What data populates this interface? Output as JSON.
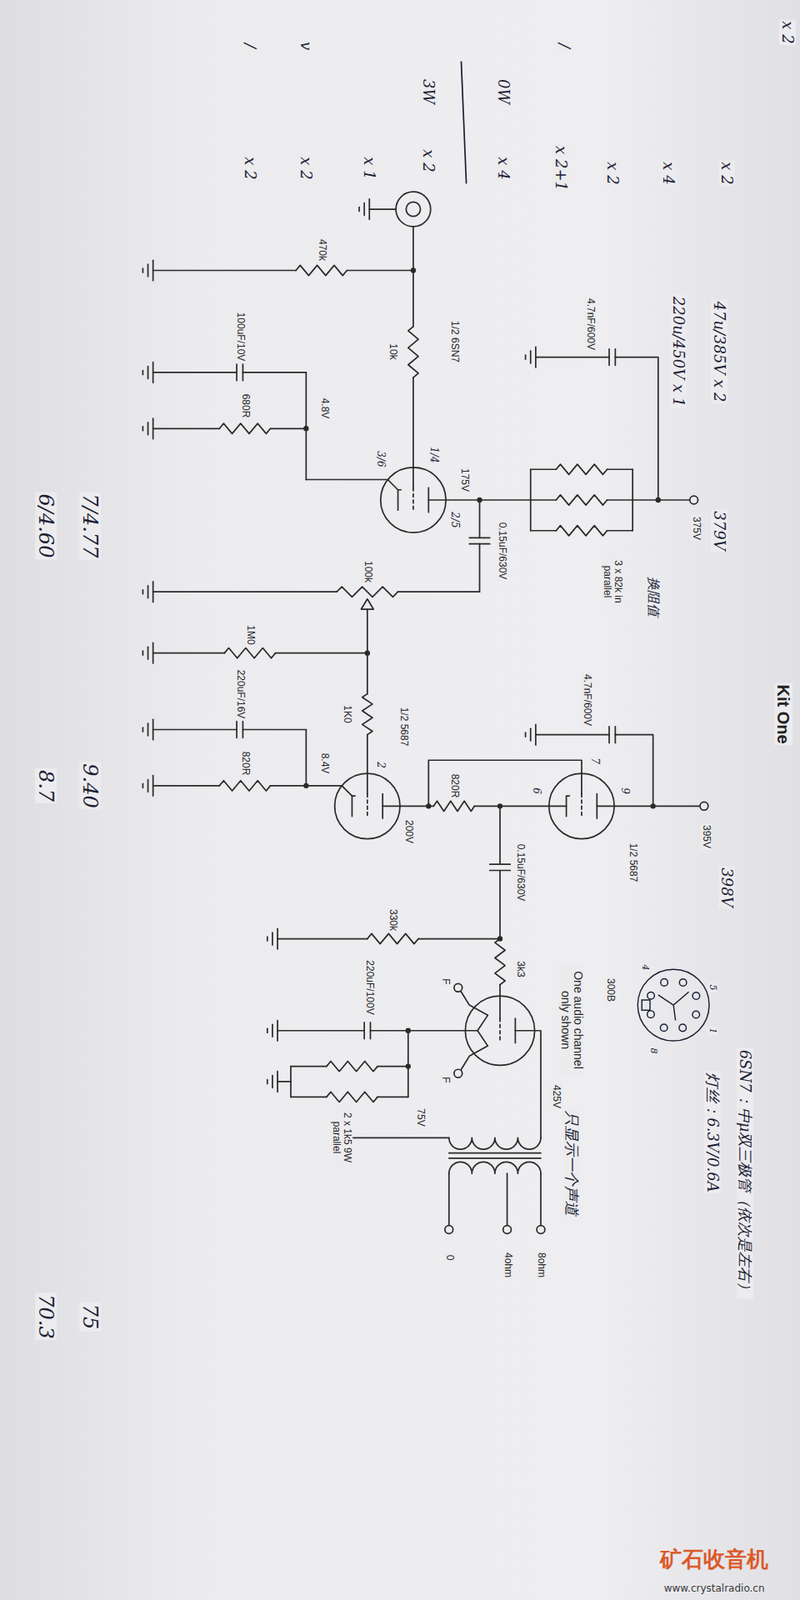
{
  "diagram": {
    "title": "Kit One",
    "labels": [
      "x 2",
      "x 2",
      "x 4",
      "x 2",
      "/",
      "x 2+1",
      "0W",
      "x 4",
      "3W",
      "x 2",
      "x 1",
      "v",
      "x 2",
      "/",
      "x 2",
      "47u/385V x 2",
      "220u/450V x 1",
      "470k",
      "100uF/10V",
      "4.8V",
      "680R",
      "10k",
      "1/2 6SN7",
      "1/4",
      "3/6",
      "2/5",
      "175V",
      "0.15uF/630V",
      "3 x 82k in parallel",
      "换阻值",
      "4.7nF/600V",
      "375V",
      "379V",
      "100k",
      "1M0",
      "220uF/16V",
      "1K0",
      "1/2 5687",
      "2",
      "8.4V",
      "820R",
      "200V",
      "820R",
      "4.7nF/600V",
      "7",
      "6",
      "9",
      "1/2 5687",
      "395V",
      "398V",
      "0.15uF/630V",
      "330k",
      "3k3",
      "300B",
      "425V",
      "F",
      "F",
      "220uF/100V",
      "2 x 1k5 9W parallel",
      "75V",
      "One audio channel only shown",
      "只显示一个声道",
      "6SN7：中μ双三极管（依次是左右）",
      "灯丝：6.3V/0.6A",
      "4",
      "5",
      "8",
      "1",
      "0",
      "4ohm",
      "8ohm",
      "7/4.77",
      "6/4.60",
      "9.40",
      "8.7",
      "75",
      "70.3",
      "矿石收音机",
      "www.crystalradio.cn"
    ]
  }
}
